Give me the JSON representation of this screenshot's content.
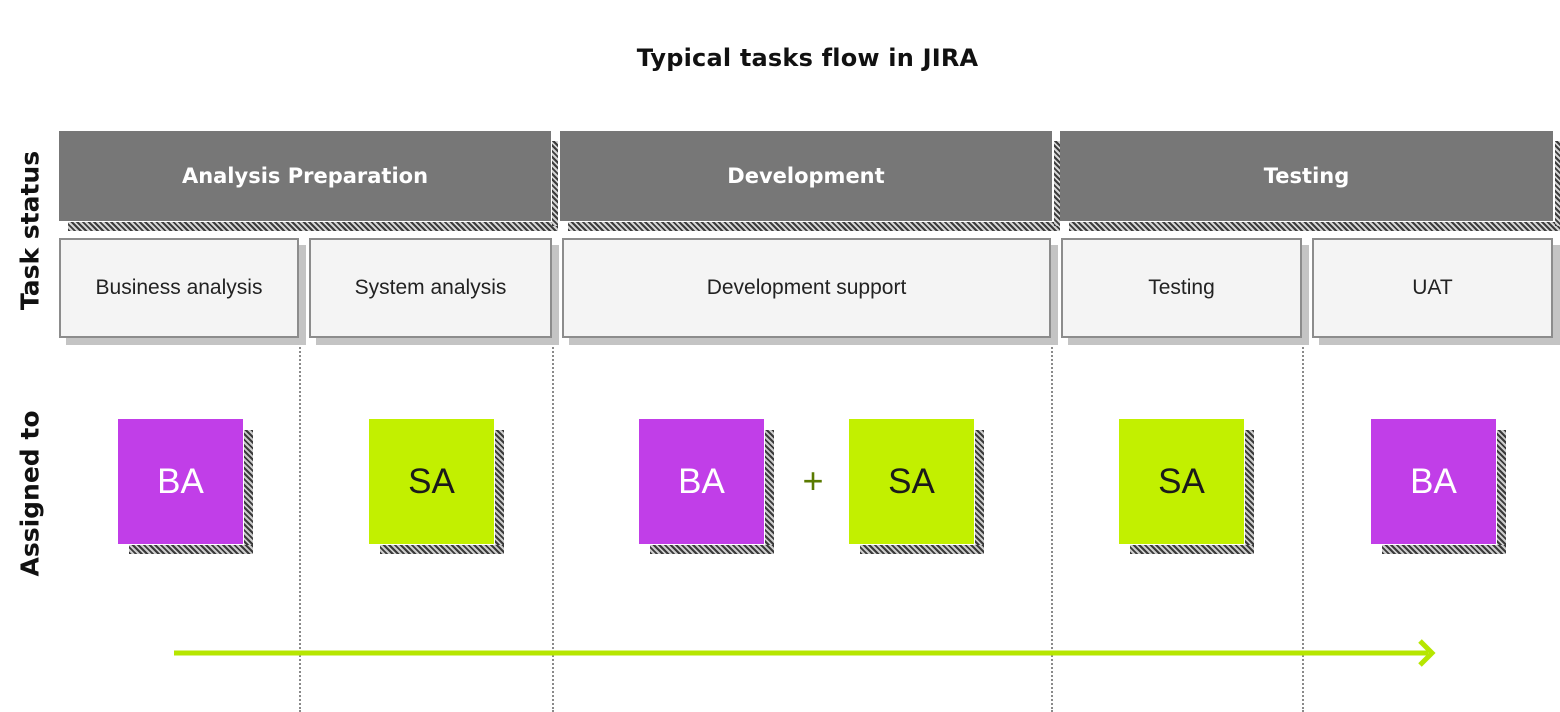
{
  "title": "Typical tasks flow in JIRA",
  "row_labels": {
    "status": "Task status",
    "assigned": "Assigned to"
  },
  "phases": [
    {
      "label": "Analysis Preparation"
    },
    {
      "label": "Development"
    },
    {
      "label": "Testing"
    }
  ],
  "statuses": [
    {
      "label": "Business analysis"
    },
    {
      "label": "System analysis"
    },
    {
      "label": "Development support"
    },
    {
      "label": "Testing"
    },
    {
      "label": "UAT"
    }
  ],
  "assignees": [
    {
      "label": "BA",
      "role": "ba"
    },
    {
      "label": "SA",
      "role": "sa"
    },
    {
      "label": "BA",
      "role": "ba"
    },
    {
      "label": "SA",
      "role": "sa"
    },
    {
      "label": "SA",
      "role": "sa"
    },
    {
      "label": "BA",
      "role": "ba"
    }
  ],
  "plus_sign": "+",
  "colors": {
    "phase_bg": "#777777",
    "ba": "#c13ee8",
    "sa": "#c2f000",
    "flow_arrow": "#b6e600"
  }
}
